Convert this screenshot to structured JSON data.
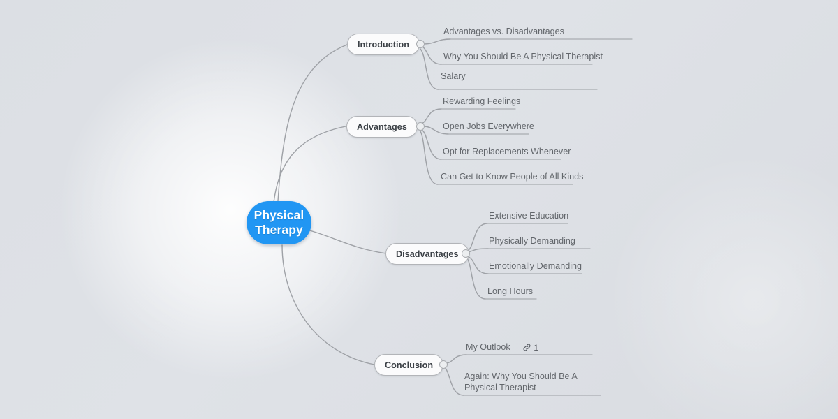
{
  "map": {
    "root": {
      "label": "Physical\nTherapy",
      "color": "#2196f3"
    },
    "branches": [
      {
        "label": "Introduction",
        "children": [
          {
            "label": "Advantages vs. Disadvantages"
          },
          {
            "label": "Why You Should Be A Physical Therapist"
          },
          {
            "label": "Salary"
          }
        ]
      },
      {
        "label": "Advantages",
        "children": [
          {
            "label": "Rewarding Feelings"
          },
          {
            "label": "Open Jobs Everywhere"
          },
          {
            "label": "Opt for Replacements Whenever"
          },
          {
            "label": "Can Get to Know People of All Kinds"
          }
        ]
      },
      {
        "label": "Disadvantages",
        "children": [
          {
            "label": "Extensive Education"
          },
          {
            "label": "Physically Demanding"
          },
          {
            "label": "Emotionally Demanding"
          },
          {
            "label": "Long Hours"
          }
        ]
      },
      {
        "label": "Conclusion",
        "children": [
          {
            "label": "My Outlook",
            "attachment_icon": "link-icon",
            "attachment_count": "1"
          },
          {
            "label": "Again: Why You Should Be A Physical Therapist"
          }
        ]
      }
    ],
    "colors": {
      "background": "#dde1e6",
      "root_fill": "#2196f3",
      "root_text": "#ffffff",
      "branch_fill": "#fbfbfc",
      "branch_border": "#b2b4b8",
      "branch_text": "#3b4046",
      "leaf_text": "#62666b",
      "connector": "#9ea1a6"
    }
  }
}
